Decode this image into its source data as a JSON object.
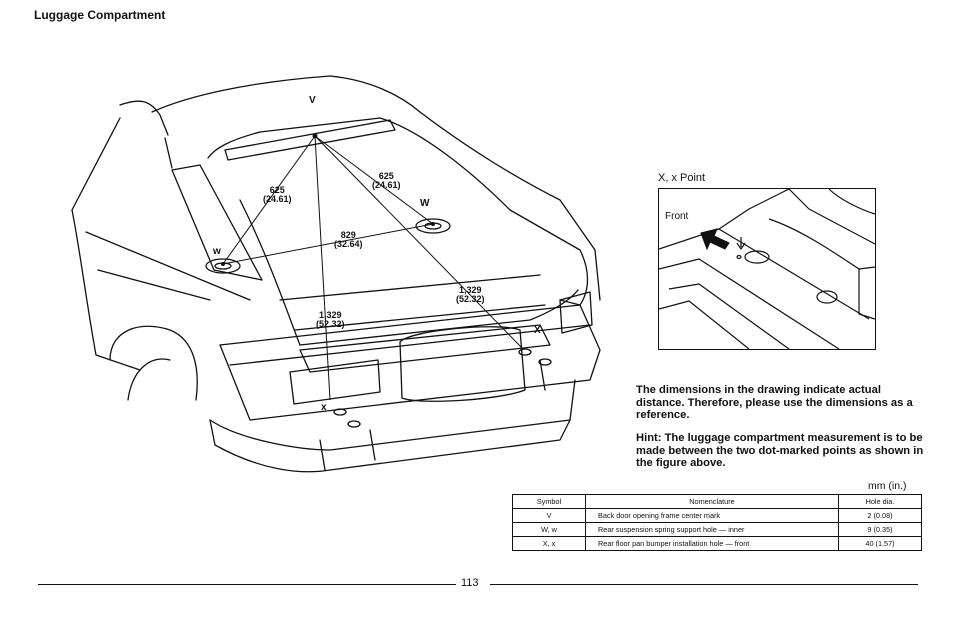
{
  "header": {
    "title": "Luggage Compartment"
  },
  "diagram": {
    "point_labels": {
      "V": "V",
      "W": "W",
      "w": "w",
      "X": "X",
      "x": "x"
    },
    "dimensions": [
      {
        "mm": "625",
        "in": "(24.61)"
      },
      {
        "mm": "625",
        "in": "(24.61)"
      },
      {
        "mm": "829",
        "in": "(32.64)"
      },
      {
        "mm": "1,329",
        "in": "(52.32)"
      },
      {
        "mm": "1,329",
        "in": "(52.32)"
      }
    ]
  },
  "inset": {
    "title": "X, x  Point",
    "front_label": "Front"
  },
  "notes": {
    "dimensions": "The dimensions in the drawing indicate actual distance. Therefore, please use the dimensions as a reference.",
    "hint": "Hint: The luggage compartment measurement is to be made between the two dot-marked points as shown in the figure above."
  },
  "table": {
    "unit": "mm (in.)",
    "headers": [
      "Symbol",
      "Nomenclature",
      "Hole dia."
    ],
    "rows": [
      [
        "V",
        "Back door opening frame center mark",
        "2 (0.08)"
      ],
      [
        "W, w",
        "Rear suspension spring support hole — inner",
        "9 (0.35)"
      ],
      [
        "X, x",
        "Rear floor pan bumper installation hole — front",
        "40 (1.57)"
      ]
    ]
  },
  "footer": {
    "page_number": "113"
  }
}
